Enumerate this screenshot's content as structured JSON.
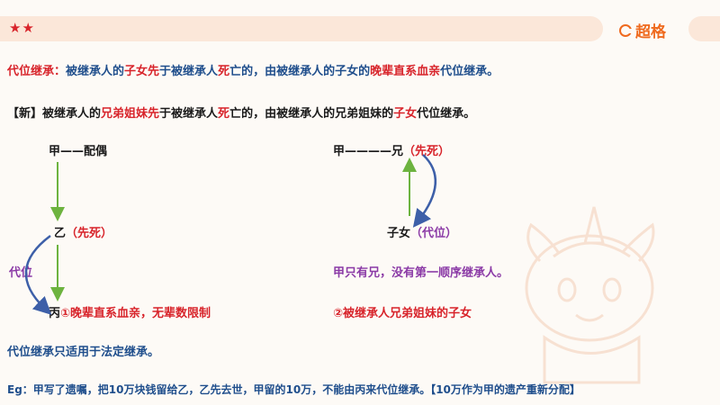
{
  "header": {
    "stars": "★★",
    "logo_text": "超格"
  },
  "rules": {
    "line1": {
      "t1": "代位继承：",
      "t2": "被继承人的",
      "t3": "子女先",
      "t4": "于被继承人",
      "t5": "死",
      "t6": "亡的，由被继承人的子女的",
      "t7": "晚辈直系血亲",
      "t8": "代位继承。"
    },
    "line2": {
      "t1": "【新】被继承人的",
      "t2": "兄弟姐妹先",
      "t3": "于被继承人",
      "t4": "死",
      "t5": "亡的，由被继承人的兄弟姐妹的",
      "t6": "子女",
      "t7": "代位继承。"
    }
  },
  "left_diagram": {
    "top": "甲——配偶",
    "mid_name": "乙",
    "mid_note": "（先死）",
    "side_label": "代位",
    "bottom_name": "丙",
    "bottom_note": "①晚辈直系血亲，无辈数限制"
  },
  "right_diagram": {
    "top_name": "甲————兄",
    "top_note": "（先死）",
    "bottom_name": "子女",
    "bottom_note": "（代位）",
    "note1": "甲只有兄，没有第一顺序继承人。",
    "note2": "②被继承人兄弟姐妹的子女"
  },
  "footer": {
    "scope": "代位继承只适用于法定继承。",
    "example": "Eg：甲写了遗嘱，把10万块钱留给乙，乙先去世，甲留的10万，不能由丙来代位继承。【10万作为甲的遗产重新分配】"
  },
  "colors": {
    "red": "#d8242b",
    "blue": "#1f4e8c",
    "purple": "#8b3aa6",
    "green": "#6db33f",
    "orange": "#ef6a1e"
  }
}
